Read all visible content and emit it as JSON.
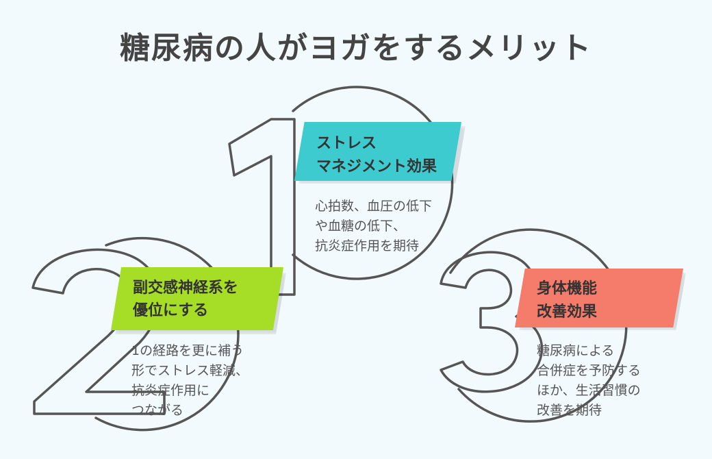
{
  "title": "糖尿病の人がヨガをするメリット",
  "colors": {
    "background": "#f3fafd",
    "outline": "#555555",
    "teal": "#3ecbcf",
    "green": "#a6dd27",
    "salmon": "#f57c6a"
  },
  "items": [
    {
      "number": "1",
      "heading": "ストレス\nマネジメント効果",
      "color": "#3ecbcf",
      "description": "心拍数、血圧の低下\nや血糖の低下、\n抗炎症作用を期待"
    },
    {
      "number": "2",
      "heading": "副交感神経系を\n優位にする",
      "color": "#a6dd27",
      "description": "1の経路を更に補う\n形でストレス軽減、\n抗炎症作用に\nつながる"
    },
    {
      "number": "3",
      "heading": "身体機能\n改善効果",
      "color": "#f57c6a",
      "description": "糖尿病による\n合併症を予防する\nほか、生活習慣の\n改善を期待"
    }
  ]
}
